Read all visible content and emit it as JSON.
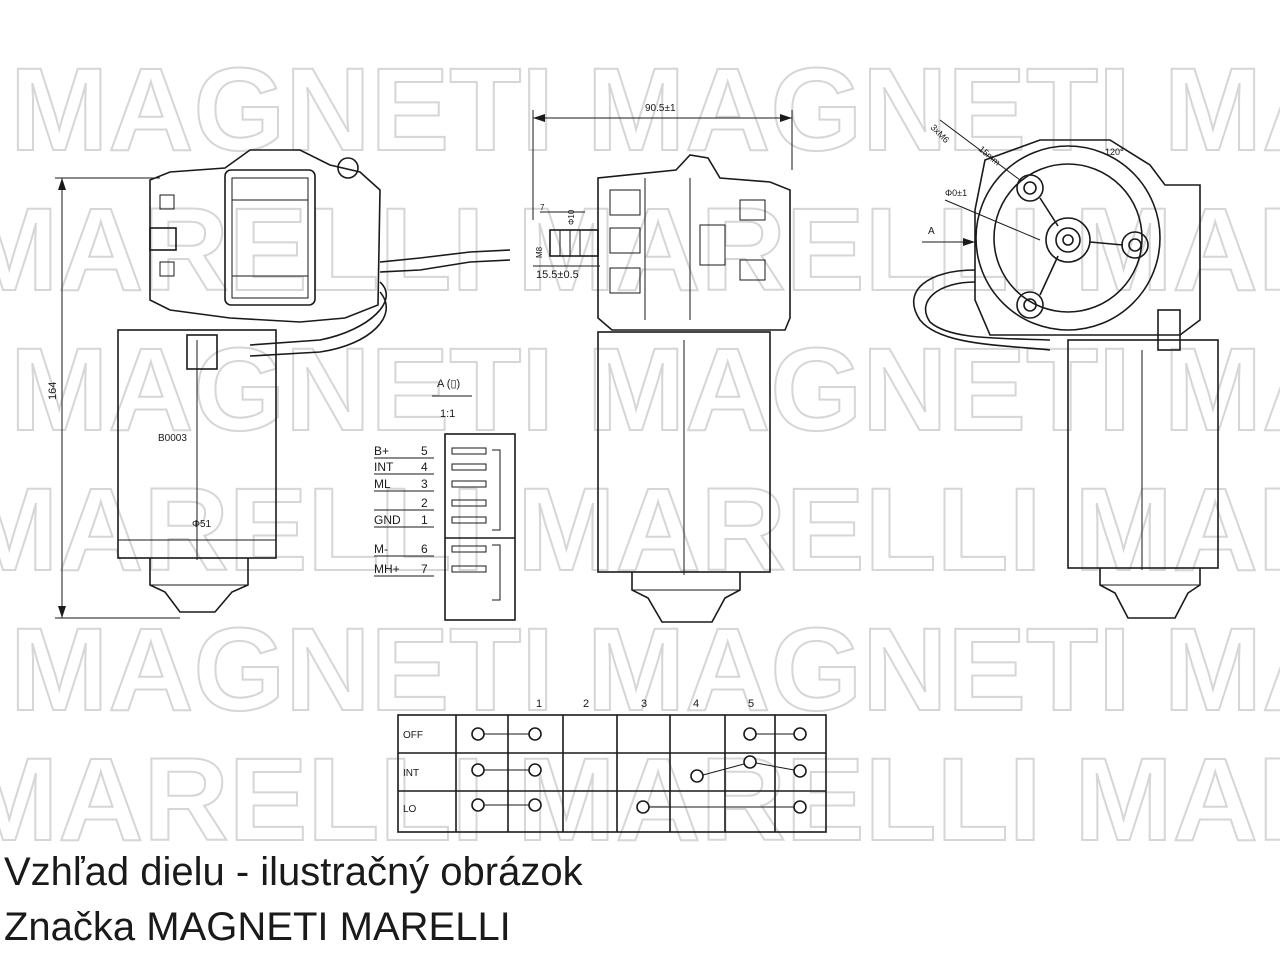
{
  "watermark": {
    "line_a": "MAGNETI MAGNETI MAGNETI",
    "line_b": "MARELLI MARELLI MARELLI"
  },
  "motor_side": {
    "body_label": "B0003",
    "diameter_label": "Φ51",
    "height_label": "164"
  },
  "motor_front": {
    "width_label": "90.5±1",
    "shaft_label_a": "7",
    "shaft_label_b": "Φ10",
    "shaft_label_c": "M8",
    "shaft_label_d": "15.5±0.5"
  },
  "motor_rear": {
    "label_holes": "3xM6",
    "label_len": "15mm",
    "label_angle": "120°",
    "label_dia": "Φ0±1",
    "view_mark": "A"
  },
  "connector": {
    "title": "A (▯)",
    "scale": "1:1",
    "pins": [
      {
        "name": "B+",
        "num": "5"
      },
      {
        "name": "INT",
        "num": "4"
      },
      {
        "name": "ML",
        "num": "3"
      },
      {
        "name": "",
        "num": "2"
      },
      {
        "name": "GND",
        "num": "1"
      },
      {
        "name": "M-",
        "num": "6"
      },
      {
        "name": "MH+",
        "num": "7"
      }
    ]
  },
  "switch_table": {
    "columns": [
      "1",
      "2",
      "3",
      "4",
      "5"
    ],
    "rows": [
      "OFF",
      "INT",
      "LO"
    ]
  },
  "caption": {
    "line1": "Vzhľad dielu - ilustračný obrázok",
    "line2": "Značka MAGNETI MARELLI"
  }
}
